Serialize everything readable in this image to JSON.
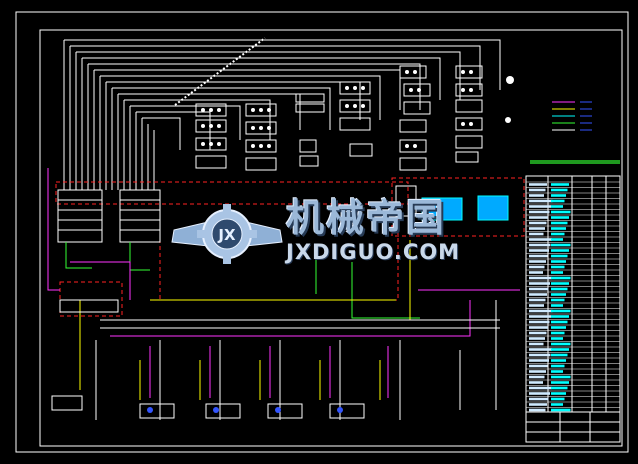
{
  "watermark": {
    "cn_text": "机械帝国",
    "en_text": "JXDIGUO.COM",
    "logo_letters": "JX"
  },
  "colors": {
    "frame": "#ffffff",
    "magenta": "#ff33ff",
    "red_dashed": "#ff2222",
    "yellow": "#ffff00",
    "green": "#33ff33",
    "cyan": "#00ffff",
    "blue": "#3355ff",
    "background": "#000000"
  }
}
